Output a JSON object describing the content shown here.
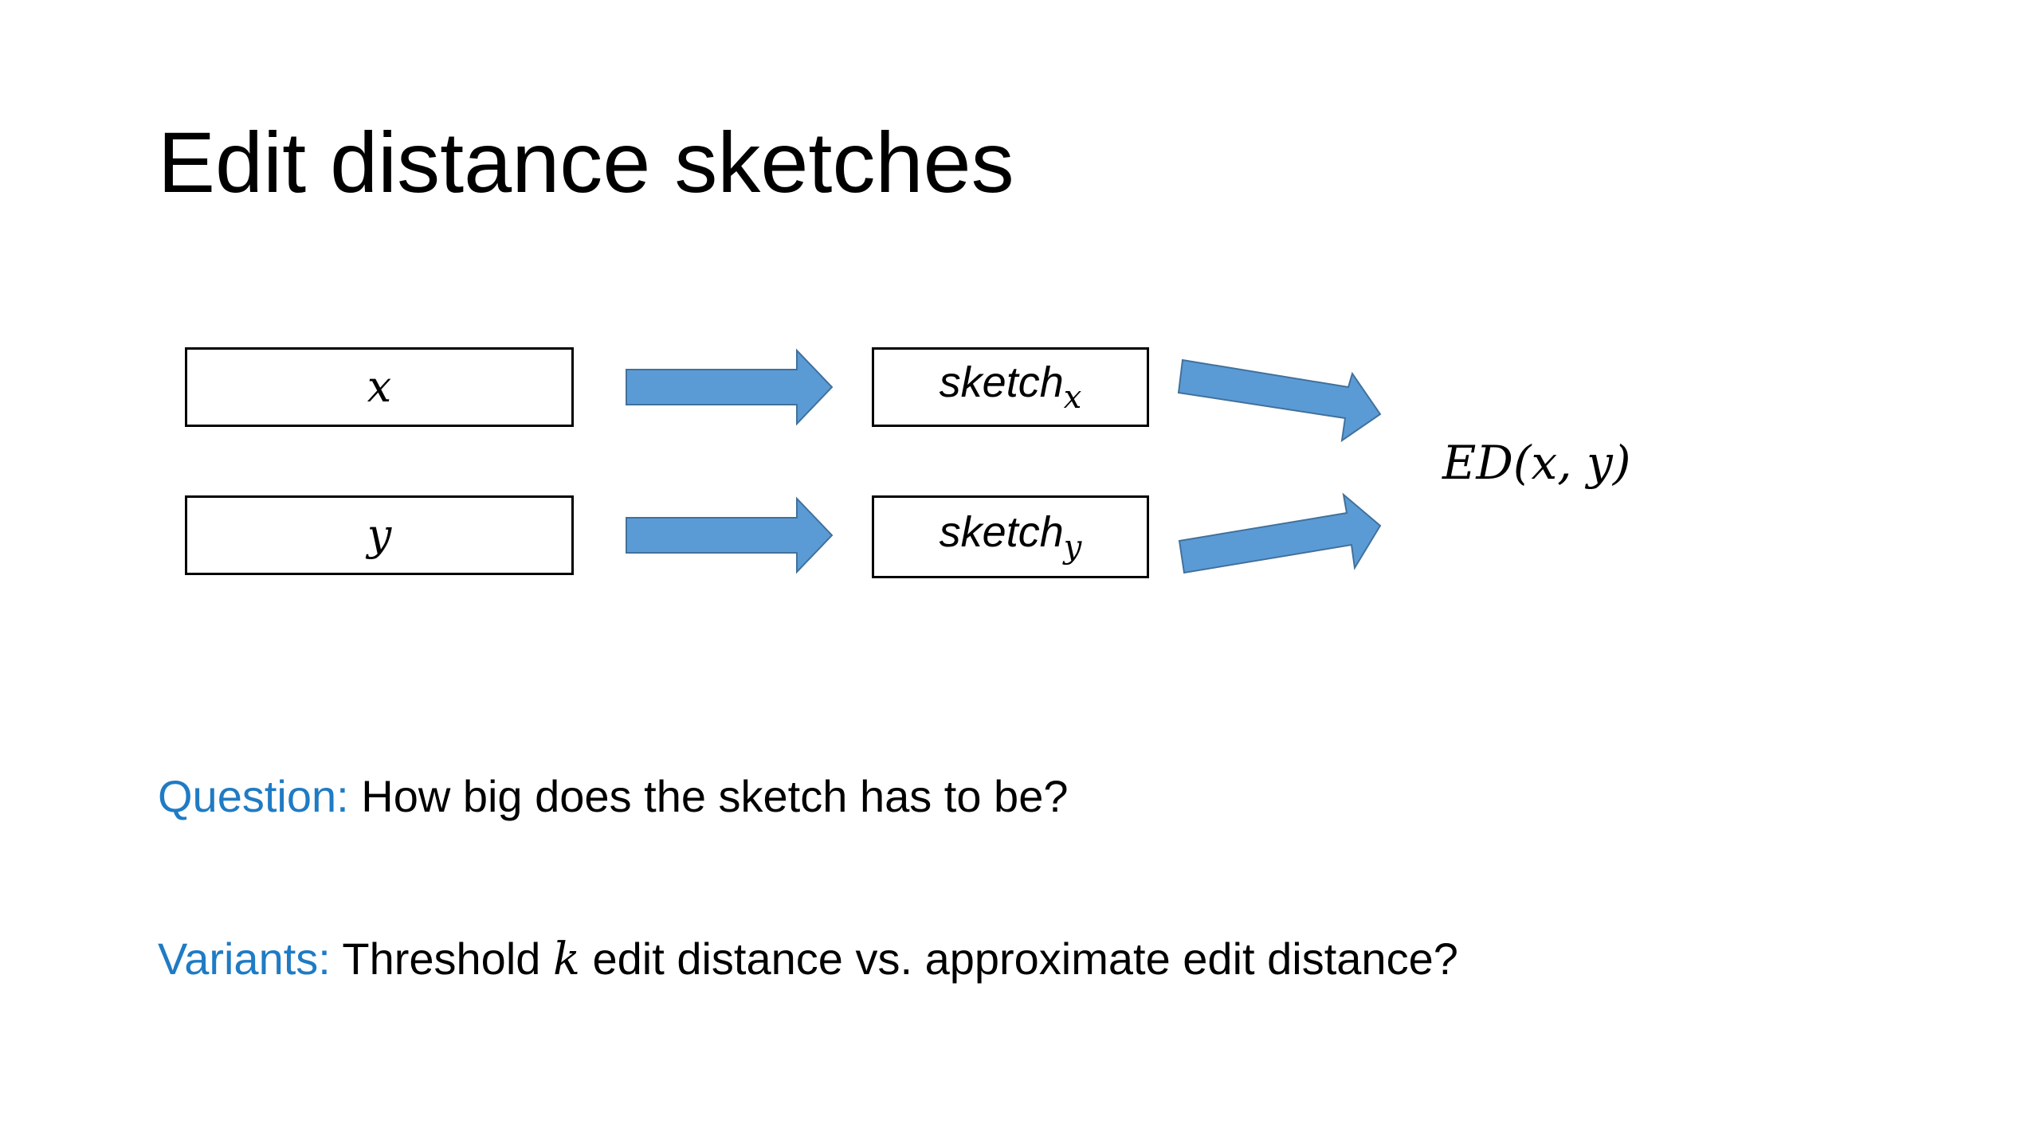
{
  "slide": {
    "title": "Edit distance sketches",
    "diagram": {
      "input_x": "x",
      "input_y": "y",
      "sketch_x_base": "sketch",
      "sketch_x_sub": "x",
      "sketch_y_base": "sketch",
      "sketch_y_sub": "y",
      "output": "ED(x, y)",
      "arrow_color": "#5b9bd5"
    },
    "question": {
      "label": "Question:",
      "text": " How big does the sketch has to be?"
    },
    "variants": {
      "label": "Variants:",
      "text_before": " Threshold ",
      "k": "k",
      "text_after": " edit distance vs. approximate edit distance?"
    },
    "accent_color": "#1f7bc4"
  }
}
